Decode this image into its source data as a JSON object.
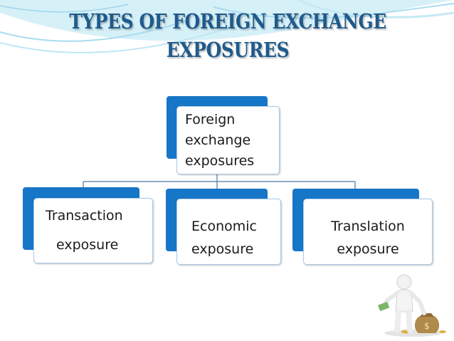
{
  "title": {
    "line1": "TYPES OF FOREIGN EXCHANGE",
    "line2": "EXPOSURES"
  },
  "root": {
    "lines": [
      "Foreign",
      "exchange",
      "exposures"
    ]
  },
  "children": [
    {
      "lines": [
        "Transaction",
        "exposure"
      ]
    },
    {
      "lines": [
        "Economic",
        "exposure"
      ]
    },
    {
      "lines": [
        "Translation",
        "exposure"
      ]
    }
  ],
  "colors": {
    "title": "#1f5a8c",
    "node_back": "#1676c7",
    "node_border": "#a9c9e8",
    "swirl": "#a8dcef"
  },
  "icons": {
    "header_decoration": "swirl-decoration",
    "corner_figure": "person-with-money-bag"
  }
}
